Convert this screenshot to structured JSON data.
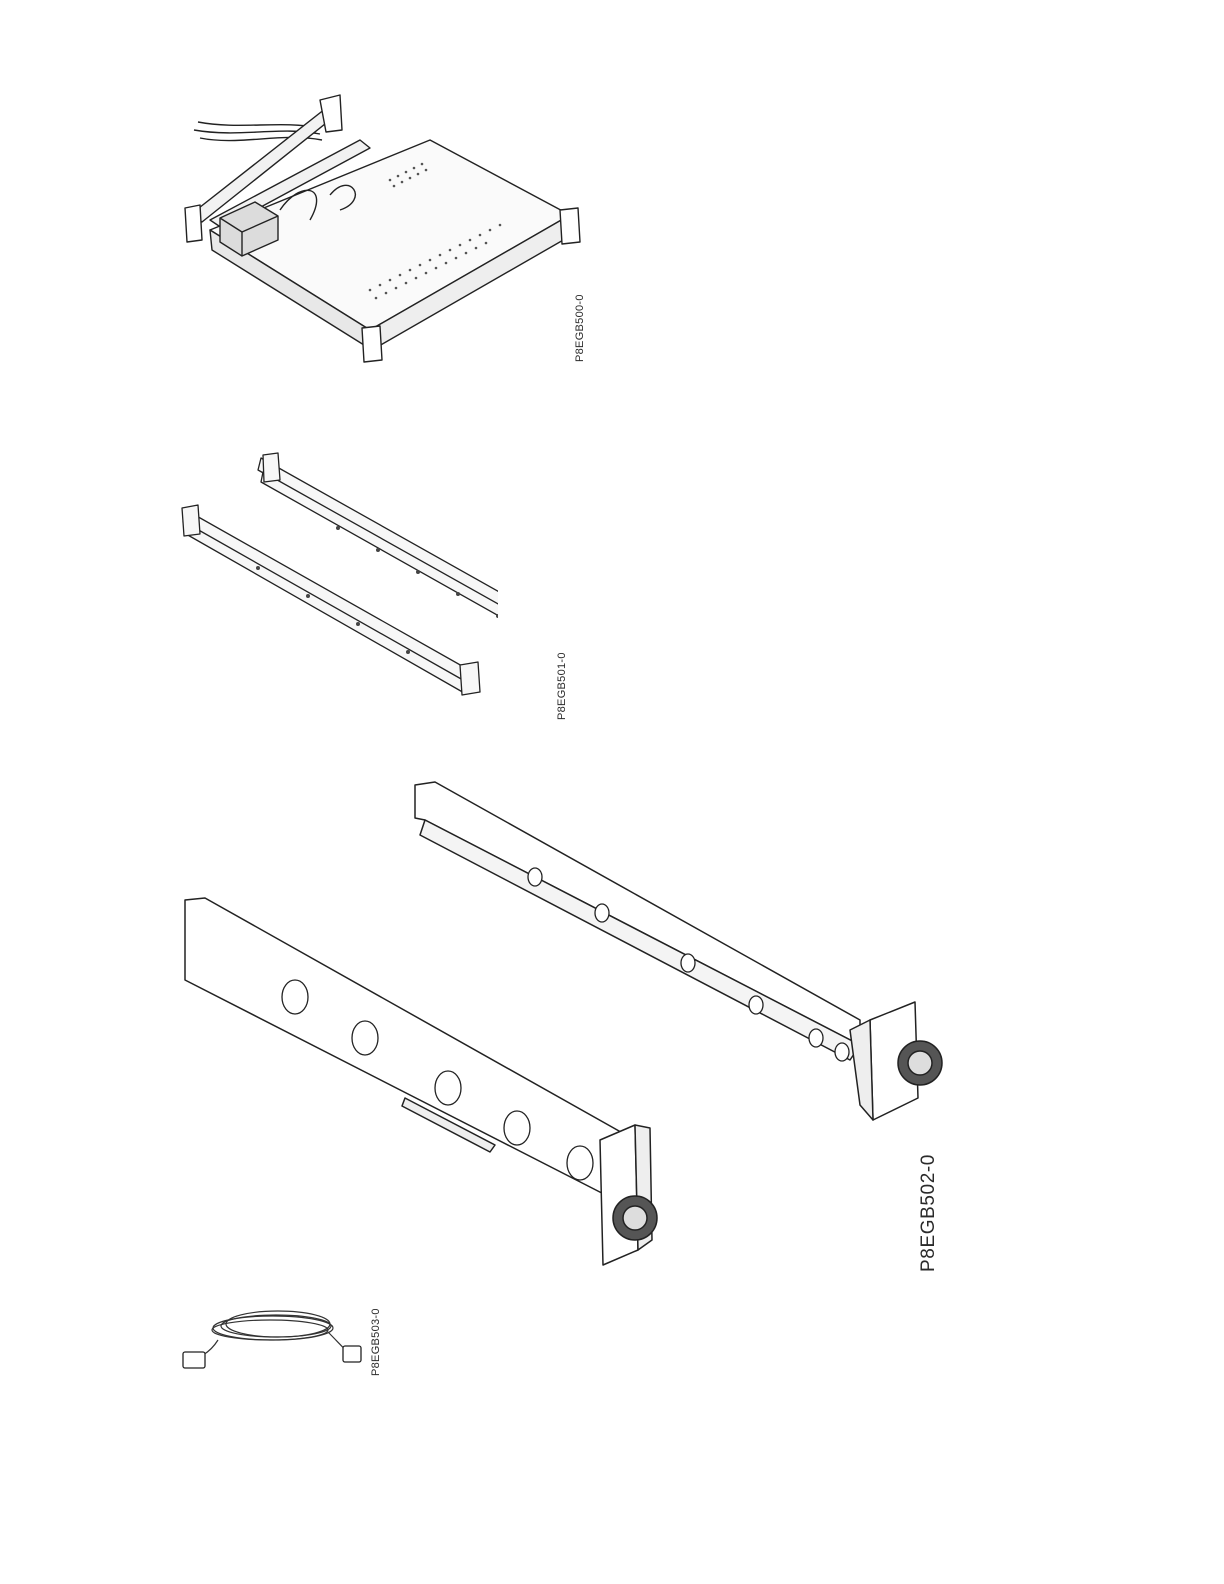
{
  "figures": [
    {
      "label": "P8EGB500-0",
      "subject": "rack-mounted console drawer with cable management arm"
    },
    {
      "label": "P8EGB501-0",
      "subject": "pair of slide rails"
    },
    {
      "label": "P8EGB502-0",
      "subject": "pair of brackets with thumbscrews"
    },
    {
      "label": "P8EGB503-0",
      "subject": "coiled power cord"
    }
  ]
}
